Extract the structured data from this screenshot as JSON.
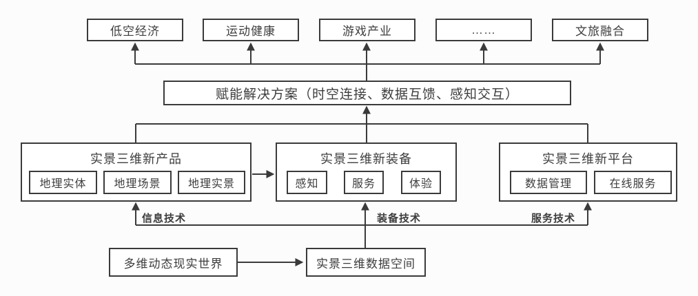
{
  "diagram": {
    "top_row": [
      {
        "label": "低空经济"
      },
      {
        "label": "运动健康"
      },
      {
        "label": "游戏产业"
      },
      {
        "label": "……"
      },
      {
        "label": "文旅融合"
      }
    ],
    "solution": {
      "label": "赋能解决方案（时空连接、数据互馈、感知交互）"
    },
    "groups": [
      {
        "title": "实景三维新产品",
        "items": [
          "地理实体",
          "地理场景",
          "地理实景"
        ]
      },
      {
        "title": "实景三维新装备",
        "items": [
          "感知",
          "服务",
          "体验"
        ]
      },
      {
        "title": "实景三维新平台",
        "items": [
          "数据管理",
          "在线服务"
        ]
      }
    ],
    "tech_labels": [
      "信息技术",
      "装备技术",
      "服务技术"
    ],
    "bottom": {
      "source": "多维动态现实世界",
      "target": "实景三维数据空间"
    }
  },
  "colors": {
    "line": "#3a3a3a",
    "text": "#3d3d3d",
    "background": "#fcfcfc",
    "box_background": "#ffffff"
  }
}
